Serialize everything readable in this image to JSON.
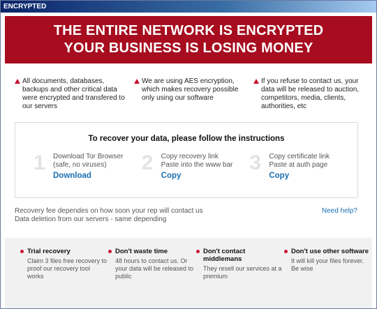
{
  "window": {
    "title": "ENCRYPTED"
  },
  "banner": {
    "line1": "THE ENTIRE NETWORK IS ENCRYPTED",
    "line2": "YOUR BUSINESS IS LOSING MONEY"
  },
  "warnings": [
    {
      "text": "All documents, databases, backups and other critical data were encrypted and transfered to our servers"
    },
    {
      "text": "We are using AES encryption, which makes recovery possible only using our software"
    },
    {
      "text": "If you refuse to contact us, your data will be released to auction, competitors, media, clients, authorities, etc"
    }
  ],
  "instructions": {
    "title": "To recover your data, please follow the instructions",
    "steps": [
      {
        "number": "1",
        "line1": "Download Tor Browser",
        "line2": "(safe, no viruses)",
        "link": "Download"
      },
      {
        "number": "2",
        "line1": "Copy recovery link",
        "line2": "Paste into the www bar",
        "link": "Copy"
      },
      {
        "number": "3",
        "line1": "Copy certificate link",
        "line2": "Paste at auth page",
        "link": "Copy"
      }
    ]
  },
  "fee": {
    "line1": "Recovery fee dependes on how soon your rep will contact us",
    "line2": "Data deletion from our servers - same depending"
  },
  "help": {
    "label": "Need help?"
  },
  "tips": [
    {
      "title": "Trial recovery",
      "body": "Claim 3 files free recovery to proof our recovery tool works"
    },
    {
      "title": "Don't waste time",
      "body": "48 hours to contact us. Or your data will be released to public"
    },
    {
      "title": "Don't contact middlemans",
      "body": "They resell our services at a premium"
    },
    {
      "title": "Don't use other software",
      "body": "It will kill your files forever. Be wise"
    }
  ],
  "colors": {
    "accent": "#a70c1f",
    "link": "#1a6fb0"
  }
}
